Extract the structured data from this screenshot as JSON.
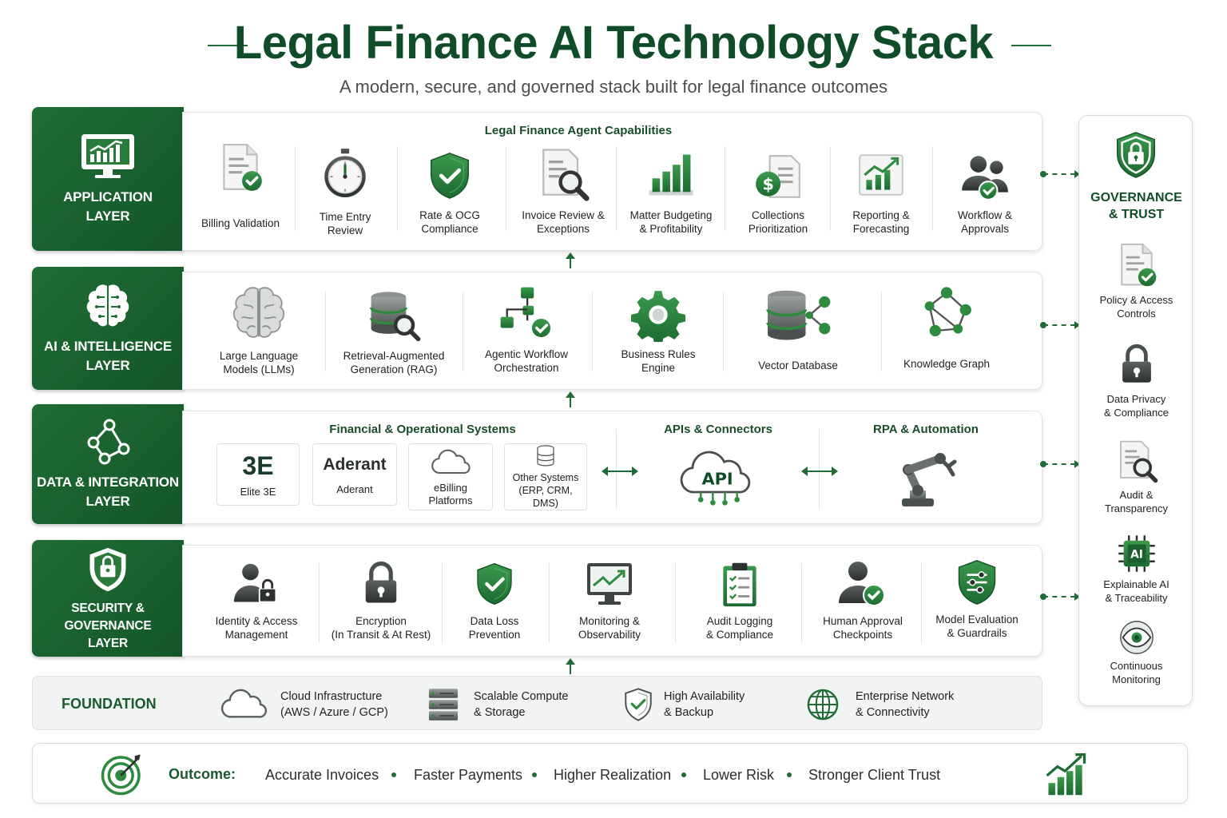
{
  "title": "Legal Finance AI Technology Stack",
  "subtitle": "A modern, secure, and governed stack built for legal finance outcomes",
  "colors": {
    "primary_green": "#1f6d34",
    "dark_green": "#0f4d28",
    "accent_green": "#2e8b3e"
  },
  "layers": {
    "application": {
      "label": "APPLICATION\nLAYER",
      "icon": "monitor-chart-icon",
      "heading": "Legal Finance Agent Capabilities",
      "items": [
        {
          "label": "Billing Validation",
          "icon": "document-check-icon"
        },
        {
          "label": "Time Entry\nReview",
          "icon": "stopwatch-icon"
        },
        {
          "label": "Rate & OCG\nCompliance",
          "icon": "shield-check-icon"
        },
        {
          "label": "Invoice Review &\nExceptions",
          "icon": "document-search-icon"
        },
        {
          "label": "Matter Budgeting\n& Profitability",
          "icon": "bar-chart-icon"
        },
        {
          "label": "Collections\nPrioritization",
          "icon": "dollar-document-icon"
        },
        {
          "label": "Reporting &\nForecasting",
          "icon": "trend-chart-icon"
        },
        {
          "label": "Workflow &\nApprovals",
          "icon": "users-check-icon"
        }
      ]
    },
    "ai": {
      "label": "AI & INTELLIGENCE\nLAYER",
      "icon": "brain-circuit-icon",
      "items": [
        {
          "label": "Large Language\nModels (LLMs)",
          "icon": "brain-icon"
        },
        {
          "label": "Retrieval-Augmented\nGeneration (RAG)",
          "icon": "database-search-icon"
        },
        {
          "label": "Agentic Workflow\nOrchestration",
          "icon": "workflow-icon"
        },
        {
          "label": "Business Rules\nEngine",
          "icon": "gear-icon"
        },
        {
          "label": "Vector Database",
          "icon": "database-network-icon"
        },
        {
          "label": "Knowledge Graph",
          "icon": "graph-icon"
        }
      ]
    },
    "data": {
      "label": "DATA & INTEGRATION\nLAYER",
      "icon": "network-nodes-icon",
      "heading_systems": "Financial & Operational Systems",
      "heading_apis": "APIs & Connectors",
      "heading_rpa": "RPA & Automation",
      "systems": [
        {
          "label": "Elite 3E",
          "logo": "3E"
        },
        {
          "label": "Aderant",
          "logo": "Aderant"
        },
        {
          "label": "eBilling\nPlatforms",
          "icon": "cloud-icon"
        },
        {
          "label": "Other Systems\n(ERP, CRM, DMS)",
          "icon": "database-icon"
        }
      ],
      "api_label": "API",
      "rpa_icon": "robot-arm-icon"
    },
    "security": {
      "label": "SECURITY & GOVERNANCE\nLAYER",
      "icon": "shield-lock-icon",
      "items": [
        {
          "label": "Identity & Access\nManagement",
          "icon": "user-lock-icon"
        },
        {
          "label": "Encryption\n(In Transit & At Rest)",
          "icon": "padlock-icon"
        },
        {
          "label": "Data Loss\nPrevention",
          "icon": "shield-check-icon"
        },
        {
          "label": "Monitoring &\nObservability",
          "icon": "monitor-trend-icon"
        },
        {
          "label": "Audit Logging\n& Compliance",
          "icon": "clipboard-check-icon"
        },
        {
          "label": "Human Approval\nCheckpoints",
          "icon": "user-check-icon"
        },
        {
          "label": "Model Evaluation\n& Guardrails",
          "icon": "shield-sliders-icon"
        }
      ]
    }
  },
  "foundation": {
    "label": "FOUNDATION",
    "items": [
      {
        "label": "Cloud Infrastructure\n(AWS / Azure / GCP)",
        "icon": "cloud-icon"
      },
      {
        "label": "Scalable Compute\n& Storage",
        "icon": "server-icon"
      },
      {
        "label": "High Availability\n& Backup",
        "icon": "shield-check-icon"
      },
      {
        "label": "Enterprise Network\n& Connectivity",
        "icon": "globe-icon"
      }
    ]
  },
  "governance": {
    "title": "GOVERNANCE\n& TRUST",
    "icon": "shield-lock-icon",
    "items": [
      {
        "label": "Policy & Access\nControls",
        "icon": "document-check-icon"
      },
      {
        "label": "Data Privacy\n& Compliance",
        "icon": "padlock-icon"
      },
      {
        "label": "Audit &\nTransparency",
        "icon": "document-search-icon"
      },
      {
        "label": "Explainable AI\n& Traceability",
        "icon": "ai-chip-icon"
      },
      {
        "label": "Continuous\nMonitoring",
        "icon": "eye-icon"
      }
    ]
  },
  "outcome": {
    "label": "Outcome:",
    "icon": "target-icon",
    "chart_icon": "growth-chart-icon",
    "items": [
      "Accurate Invoices",
      "Faster Payments",
      "Higher Realization",
      "Lower Risk",
      "Stronger Client Trust"
    ]
  }
}
